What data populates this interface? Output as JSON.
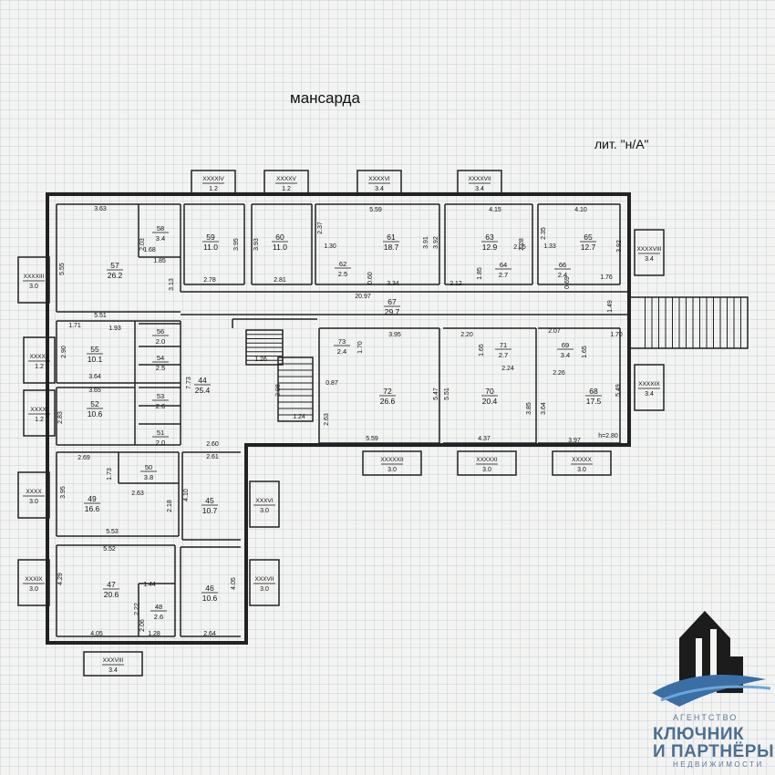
{
  "header": {
    "title": "мансарда",
    "liter": "лит. \"н/А\""
  },
  "rooms": [
    {
      "no": "57",
      "area": "26.2"
    },
    {
      "no": "58",
      "area": "3.4"
    },
    {
      "no": "59",
      "area": "11.0"
    },
    {
      "no": "60",
      "area": "11.0"
    },
    {
      "no": "61",
      "area": "18.7"
    },
    {
      "no": "62",
      "area": "2.5"
    },
    {
      "no": "63",
      "area": "12.9"
    },
    {
      "no": "64",
      "area": "2.7"
    },
    {
      "no": "65",
      "area": "12.7"
    },
    {
      "no": "66",
      "area": "2.4"
    },
    {
      "no": "67",
      "area": "29.7"
    },
    {
      "no": "55",
      "area": "10.1"
    },
    {
      "no": "56",
      "area": "2.0"
    },
    {
      "no": "54",
      "area": "2.5"
    },
    {
      "no": "53",
      "area": "2.6"
    },
    {
      "no": "52",
      "area": "10.6"
    },
    {
      "no": "51",
      "area": "2.0"
    },
    {
      "no": "44",
      "area": "25.4"
    },
    {
      "no": "73",
      "area": "2.4"
    },
    {
      "no": "72",
      "area": "26.6"
    },
    {
      "no": "71",
      "area": "2.7"
    },
    {
      "no": "70",
      "area": "20.4"
    },
    {
      "no": "69",
      "area": "3.4"
    },
    {
      "no": "68",
      "area": "17.5"
    },
    {
      "no": "50",
      "area": "3.8"
    },
    {
      "no": "49",
      "area": "16.6"
    },
    {
      "no": "45",
      "area": "10.7"
    },
    {
      "no": "47",
      "area": "20.6"
    },
    {
      "no": "48",
      "area": "2.6"
    },
    {
      "no": "46",
      "area": "10.6"
    }
  ],
  "windows": [
    {
      "label": "XXXXIV",
      "area": "1.2"
    },
    {
      "label": "XXXXV",
      "area": "1.2"
    },
    {
      "label": "XXXXVI",
      "area": "3.4"
    },
    {
      "label": "XXXXVII",
      "area": "3.4"
    },
    {
      "label": "XXXXVIII",
      "area": "3.4"
    },
    {
      "label": "XXXXIII",
      "area": "3.0"
    },
    {
      "label": "XXXXII",
      "area": "1.2"
    },
    {
      "label": "XXXXI",
      "area": "1.2"
    },
    {
      "label": "XXXXIX",
      "area": "3.4"
    },
    {
      "label": "XXXXXII",
      "area": "3.0"
    },
    {
      "label": "XXXXXI",
      "area": "3.0"
    },
    {
      "label": "XXXXX",
      "area": "3.0"
    },
    {
      "label": "XXXX",
      "area": "3.0"
    },
    {
      "label": "XXXVI",
      "area": "3.0"
    },
    {
      "label": "XXXIX",
      "area": "3.0"
    },
    {
      "label": "XXXVII",
      "area": "3.0"
    },
    {
      "label": "XXXVIII",
      "area": "3.4"
    }
  ],
  "dimensions": [
    "3.63",
    "1.68",
    "2.03",
    "1.85",
    "5.55",
    "3.13",
    "5.51",
    "2.78",
    "3.95",
    "3.93",
    "2.81",
    "2.37",
    "1.30",
    "0.60",
    "5.59",
    "3.34",
    "3.91",
    "3.92",
    "4.15",
    "2.28",
    "2.12",
    "1.85",
    "2.05",
    "2.35",
    "4.10",
    "1.33",
    "0.69",
    "1.76",
    "3.92",
    "20.97",
    "1.49",
    "1.71",
    "1.93",
    "2.90",
    "3.64",
    "3.65",
    "2.83",
    "2.60",
    "7.73",
    "1.26",
    "2.98",
    "1.24",
    "3.95",
    "1.70",
    "0.87",
    "2.63",
    "5.59",
    "5.47",
    "2.20",
    "1.65",
    "2.24",
    "2.07",
    "1.70",
    "1.65",
    "2.26",
    "5.51",
    "3.85",
    "4.37",
    "5.49",
    "3.64",
    "3.97",
    "h=2.80",
    "2.69",
    "1.73",
    "3.95",
    "2.63",
    "2.18",
    "5.53",
    "2.61",
    "4.10",
    "5.52",
    "4.29",
    "1.44",
    "2.22",
    "2.06",
    "1.28",
    "4.05",
    "4.05",
    "2.64"
  ],
  "logo": {
    "small": "АГЕНТСТВО",
    "main_line1": "КЛЮЧНИК",
    "main_line2": "И ПАРТНЁРЫ",
    "sub": "НЕДВИЖИМОСТИ"
  }
}
